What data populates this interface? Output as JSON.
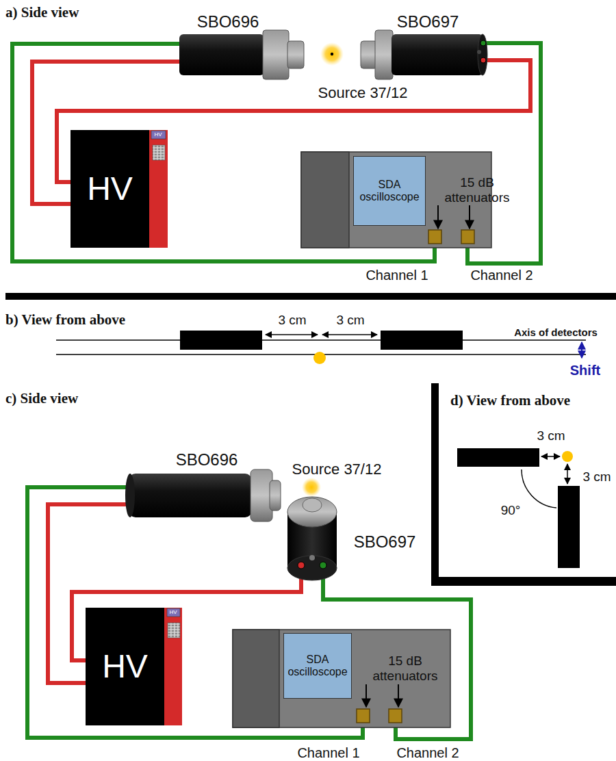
{
  "diagram": {
    "nodes": [
      {
        "text": [
          "HV"
        ]
      },
      {
        "text": [
          "SDA oscilloscope"
        ]
      },
      {
        "text": [
          "HV"
        ]
      },
      {
        "text": [
          "SDA oscilloscope"
        ]
      }
    ],
    "labels": [
      "a) Side view",
      "SBO696",
      "SBO697",
      "Source 37/12",
      "HV",
      "15 dB attenuators",
      "Channel 1",
      "Channel 2",
      "b) View from above",
      "3 cm",
      "3 cm",
      "Axis of detectors",
      "Shift",
      "c) Side view",
      "SBO696",
      "Source 37/12",
      "SBO697",
      "HV",
      "15 dB attenuators",
      "Channel 1",
      "Channel 2",
      "d) View from above",
      "3 cm",
      "3 cm",
      "90°"
    ]
  }
}
